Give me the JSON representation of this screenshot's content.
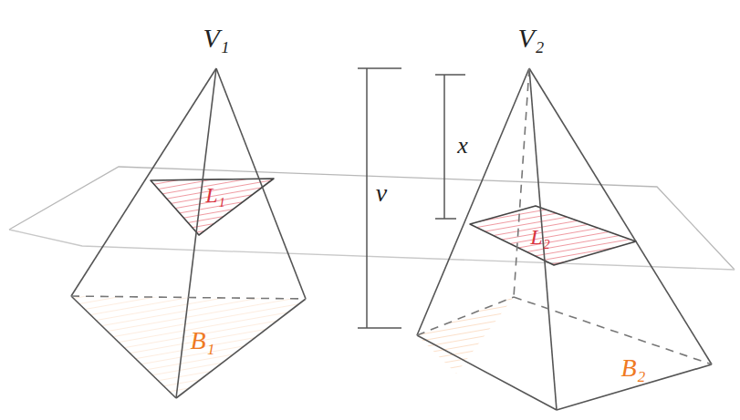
{
  "diagram": {
    "labels": [
      "V₁",
      "V₂",
      "v",
      "x",
      "L₁",
      "L₂",
      "B₁",
      "B₂"
    ]
  }
}
